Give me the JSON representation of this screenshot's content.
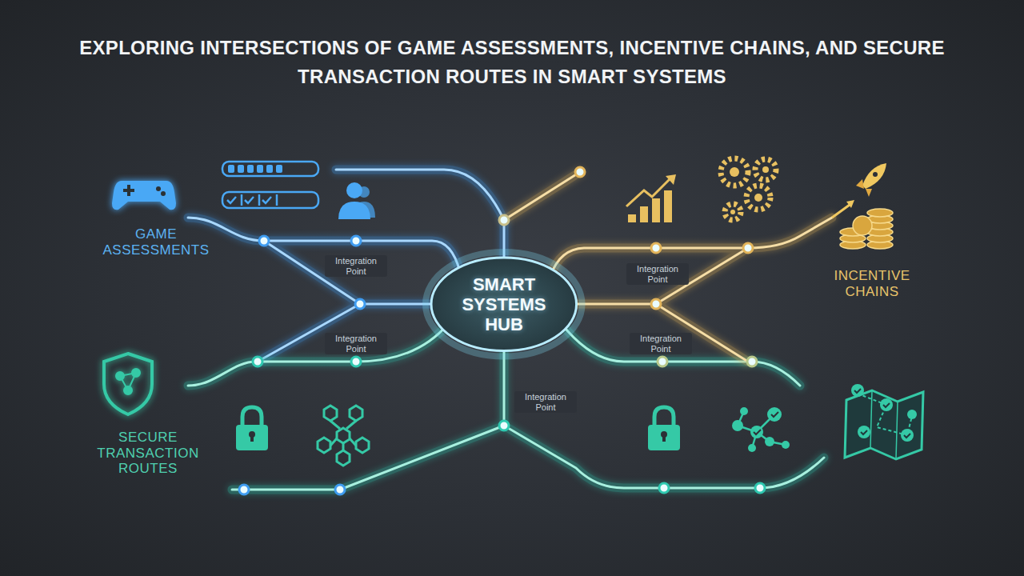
{
  "diagram": {
    "title": "EXPLORING INTERSECTIONS OF GAME ASSESSMENTS, INCENTIVE CHAINS, AND SECURE TRANSACTION ROUTES IN SMART SYSTEMS",
    "nodes": [
      {
        "text": [
          "SMART SYSTEMS HUB"
        ]
      }
    ],
    "labels": [
      "GAME ASSESSMENTS",
      "Integration Point",
      "Integration Point",
      "INCENTIVE CHAINS",
      "Integration Point",
      "Integration Point",
      "Integration Point",
      "SECURE TRANSACTION ROUTES"
    ]
  }
}
